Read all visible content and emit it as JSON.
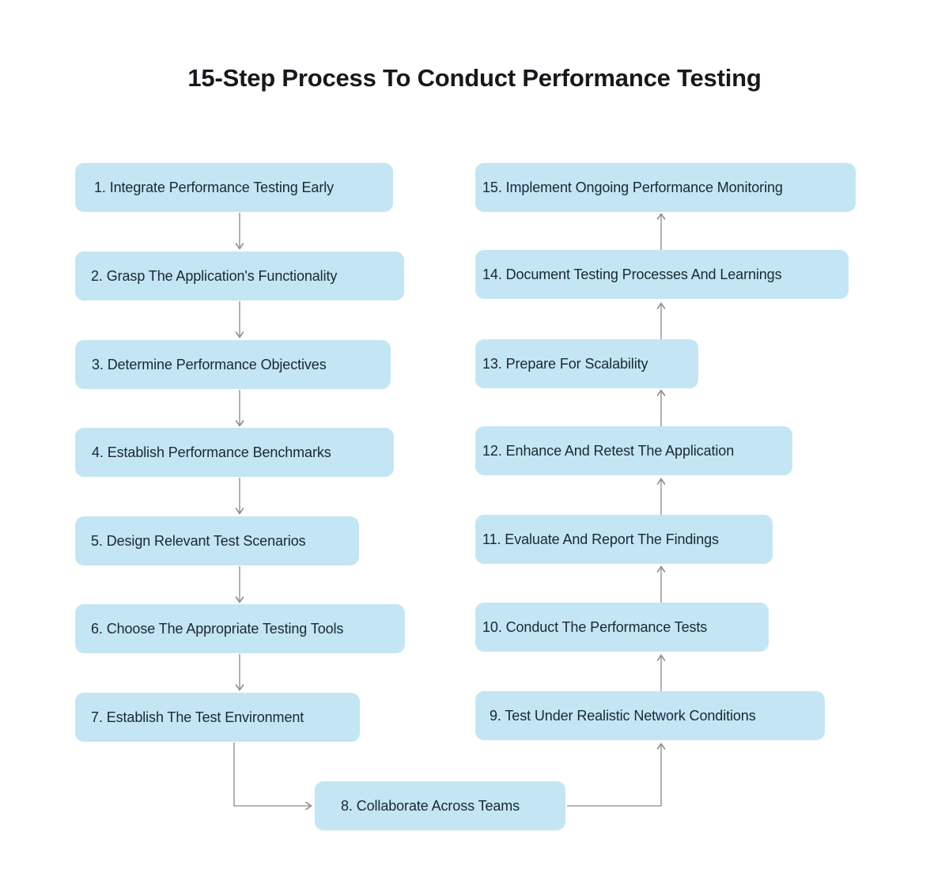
{
  "page": {
    "title": "15-Step Process To Conduct Performance Testing",
    "background_color": "#ffffff",
    "box_fill_color": "#c4e5f4",
    "box_text_color": "#1a2733",
    "connector_color": "#9e9e9e"
  },
  "diagram": {
    "type": "flowchart",
    "flow_direction": "left column top-to-bottom, then across bottom, then right column bottom-to-top",
    "left_column": [
      {
        "number": "1.",
        "text": "1. Integrate Performance Testing Early"
      },
      {
        "number": "2.",
        "text": "2. Grasp The Application's Functionality"
      },
      {
        "number": "3.",
        "text": "3.  Determine Performance Objectives"
      },
      {
        "number": "4.",
        "text": "4.  Establish Performance Benchmarks"
      },
      {
        "number": "5.",
        "text": "5. Design Relevant Test Scenarios"
      },
      {
        "number": "6.",
        "text": "6. Choose The Appropriate Testing Tools"
      },
      {
        "number": "7.",
        "text": "7. Establish The Test Environment"
      }
    ],
    "bottom_step": {
      "number": "8.",
      "text": "8. Collaborate Across Teams"
    },
    "right_column": [
      {
        "number": "15.",
        "text": "15.  Implement Ongoing Performance Monitoring"
      },
      {
        "number": "14.",
        "text": "14.  Document Testing Processes And Learnings"
      },
      {
        "number": "13.",
        "text": "13. Prepare For Scalability"
      },
      {
        "number": "12.",
        "text": "12. Enhance And Retest The Application"
      },
      {
        "number": "11.",
        "text": "11. Evaluate And Report The Findings"
      },
      {
        "number": "10.",
        "text": "10. Conduct The Performance Tests"
      },
      {
        "number": "9.",
        "text": "9. Test Under Realistic Network Conditions"
      }
    ]
  }
}
